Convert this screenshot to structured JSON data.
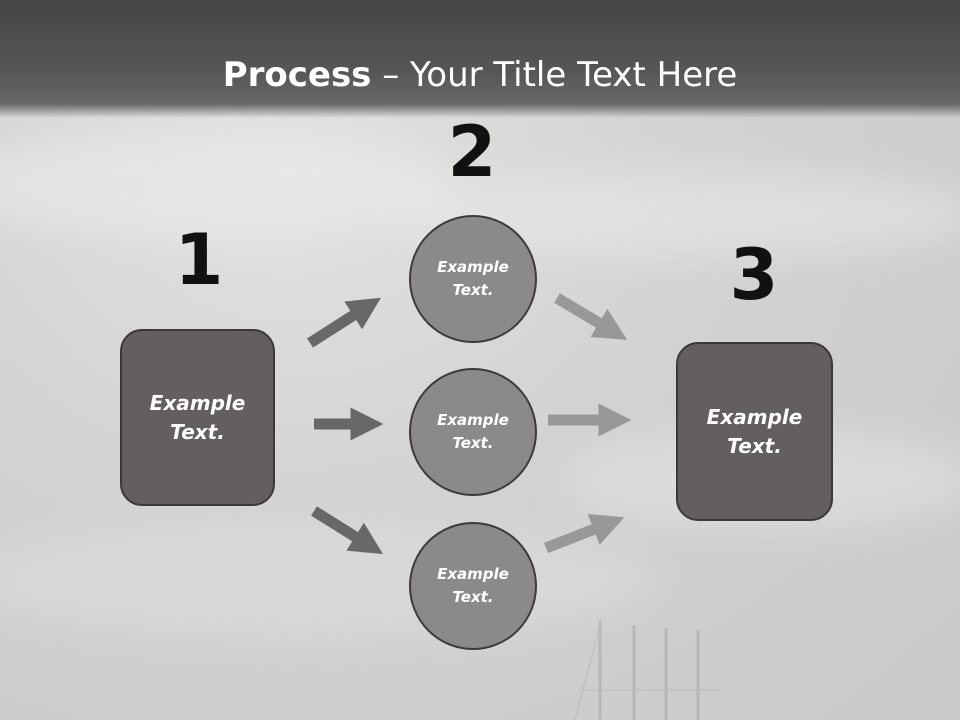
{
  "slide": {
    "title_bold": "Process",
    "title_rest": " – Your Title Text Here"
  },
  "steps": [
    {
      "number": "1",
      "text": "Example\nText."
    },
    {
      "number": "2",
      "items": [
        "Example\nText.",
        "Example\nText.",
        "Example\nText."
      ]
    },
    {
      "number": "3",
      "text": "Example\nText."
    }
  ],
  "colors": {
    "box_fill": "#625f5e",
    "circle_fill": "#8c8a89",
    "arrow_dark": "#6a6867",
    "arrow_light": "#9a9897",
    "header": "#4a4948"
  }
}
